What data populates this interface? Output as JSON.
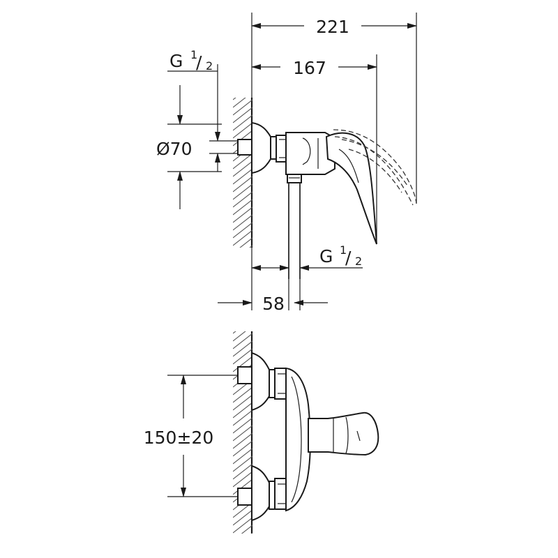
{
  "top_view": {
    "dim_overall_width": "221",
    "dim_handle_reach": "167",
    "dim_inlet_thread": {
      "letter": "G",
      "num": "1",
      "den": "2"
    },
    "dim_rosette_diameter": "Ø70",
    "dim_outlet_thread": {
      "letter": "G",
      "num": "1",
      "den": "2"
    },
    "dim_outlet_offset": "58"
  },
  "side_view": {
    "dim_inlet_spacing": "150±20"
  }
}
